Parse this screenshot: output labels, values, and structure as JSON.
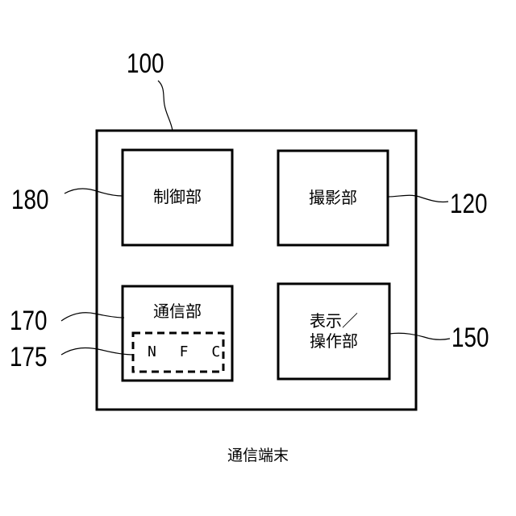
{
  "device": {
    "ref": "100",
    "caption": "通信端末"
  },
  "blocks": {
    "control": {
      "ref": "180",
      "label": "制御部"
    },
    "imaging": {
      "ref": "120",
      "label": "撮影部"
    },
    "communication": {
      "ref": "170",
      "label": "通信部"
    },
    "nfc": {
      "ref": "175",
      "label": "N F C"
    },
    "display_operation": {
      "ref": "150",
      "label_line1": "表示／",
      "label_line2": "操作部"
    }
  }
}
